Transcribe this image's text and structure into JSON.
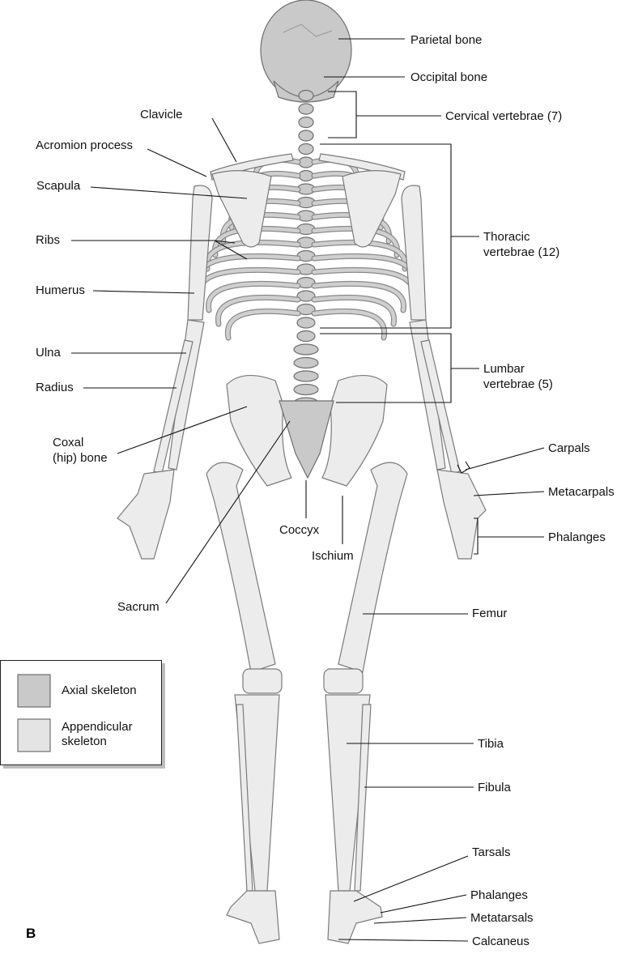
{
  "figure_letter": "B",
  "colors": {
    "axial": "#c9c9c9",
    "appendicular": "#e4e4e4"
  },
  "labels": {
    "parietal": "Parietal bone",
    "occipital": "Occipital bone",
    "cervical": "Cervical vertebrae (7)",
    "thoracic": [
      "Thoracic",
      "vertebrae (12)"
    ],
    "lumbar": [
      "Lumbar",
      "vertebrae (5)"
    ],
    "carpals": "Carpals",
    "metacarpals": "Metacarpals",
    "hand_phalanges": "Phalanges",
    "femur": "Femur",
    "tibia": "Tibia",
    "fibula": "Fibula",
    "tarsals": "Tarsals",
    "foot_phalanges": "Phalanges",
    "metatarsals": "Metatarsals",
    "calcaneus": "Calcaneus",
    "clavicle": "Clavicle",
    "acromion": "Acromion process",
    "scapula": "Scapula",
    "ribs": "Ribs",
    "humerus": "Humerus",
    "ulna": "Ulna",
    "radius": "Radius",
    "coxal": [
      "Coxal",
      "(hip) bone"
    ],
    "coccyx": "Coccyx",
    "ischium": "Ischium",
    "sacrum": "Sacrum"
  },
  "legend": {
    "axial": "Axial skeleton",
    "appendicular": [
      "Appendicular",
      "skeleton"
    ]
  }
}
